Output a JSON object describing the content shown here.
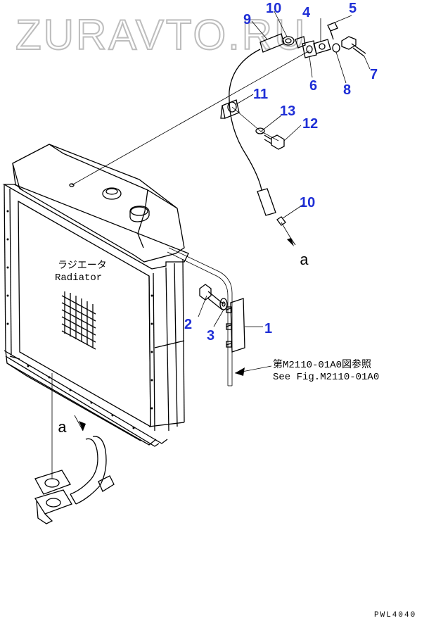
{
  "watermark": "ZURAVTO.RU",
  "callouts": [
    {
      "id": "1",
      "text": "1"
    },
    {
      "id": "2",
      "text": "2"
    },
    {
      "id": "3",
      "text": "3"
    },
    {
      "id": "4",
      "text": "4"
    },
    {
      "id": "5",
      "text": "5"
    },
    {
      "id": "6",
      "text": "6"
    },
    {
      "id": "7",
      "text": "7"
    },
    {
      "id": "8",
      "text": "8"
    },
    {
      "id": "9",
      "text": "9"
    },
    {
      "id": "10a",
      "text": "10"
    },
    {
      "id": "10b",
      "text": "10"
    },
    {
      "id": "11",
      "text": "11"
    },
    {
      "id": "12",
      "text": "12"
    },
    {
      "id": "13",
      "text": "13"
    }
  ],
  "labels": {
    "radiator_jp": "ラジエータ",
    "radiator_en": "Radiator",
    "ref_jp": "第M2110-01A0図参照",
    "ref_en": "See Fig.M2110-01A0",
    "arrow_a_top": "a",
    "arrow_a_bottom": "a",
    "drawing_code": "PWL4040"
  },
  "colors": {
    "line": "#000000",
    "callout": "#1f2fd6"
  }
}
